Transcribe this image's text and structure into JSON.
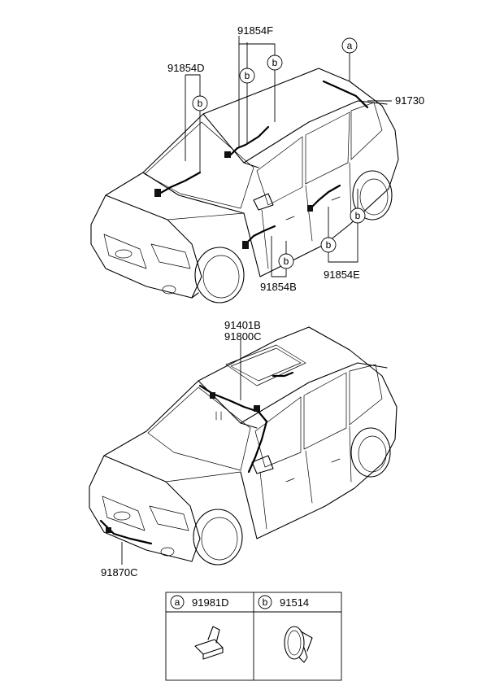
{
  "callouts": {
    "a": "a",
    "b": "b"
  },
  "top_car": {
    "parts": {
      "p91854F": "91854F",
      "p91854D": "91854D",
      "p91730": "91730",
      "p91854B": "91854B",
      "p91854E": "91854E"
    }
  },
  "bottom_car": {
    "parts": {
      "p91401B": "91401B",
      "p91800C": "91800C",
      "p91870C": "91870C"
    }
  },
  "legend": {
    "cell_a": {
      "letter": "a",
      "part": "91981D"
    },
    "cell_b": {
      "letter": "b",
      "part": "91514"
    }
  }
}
